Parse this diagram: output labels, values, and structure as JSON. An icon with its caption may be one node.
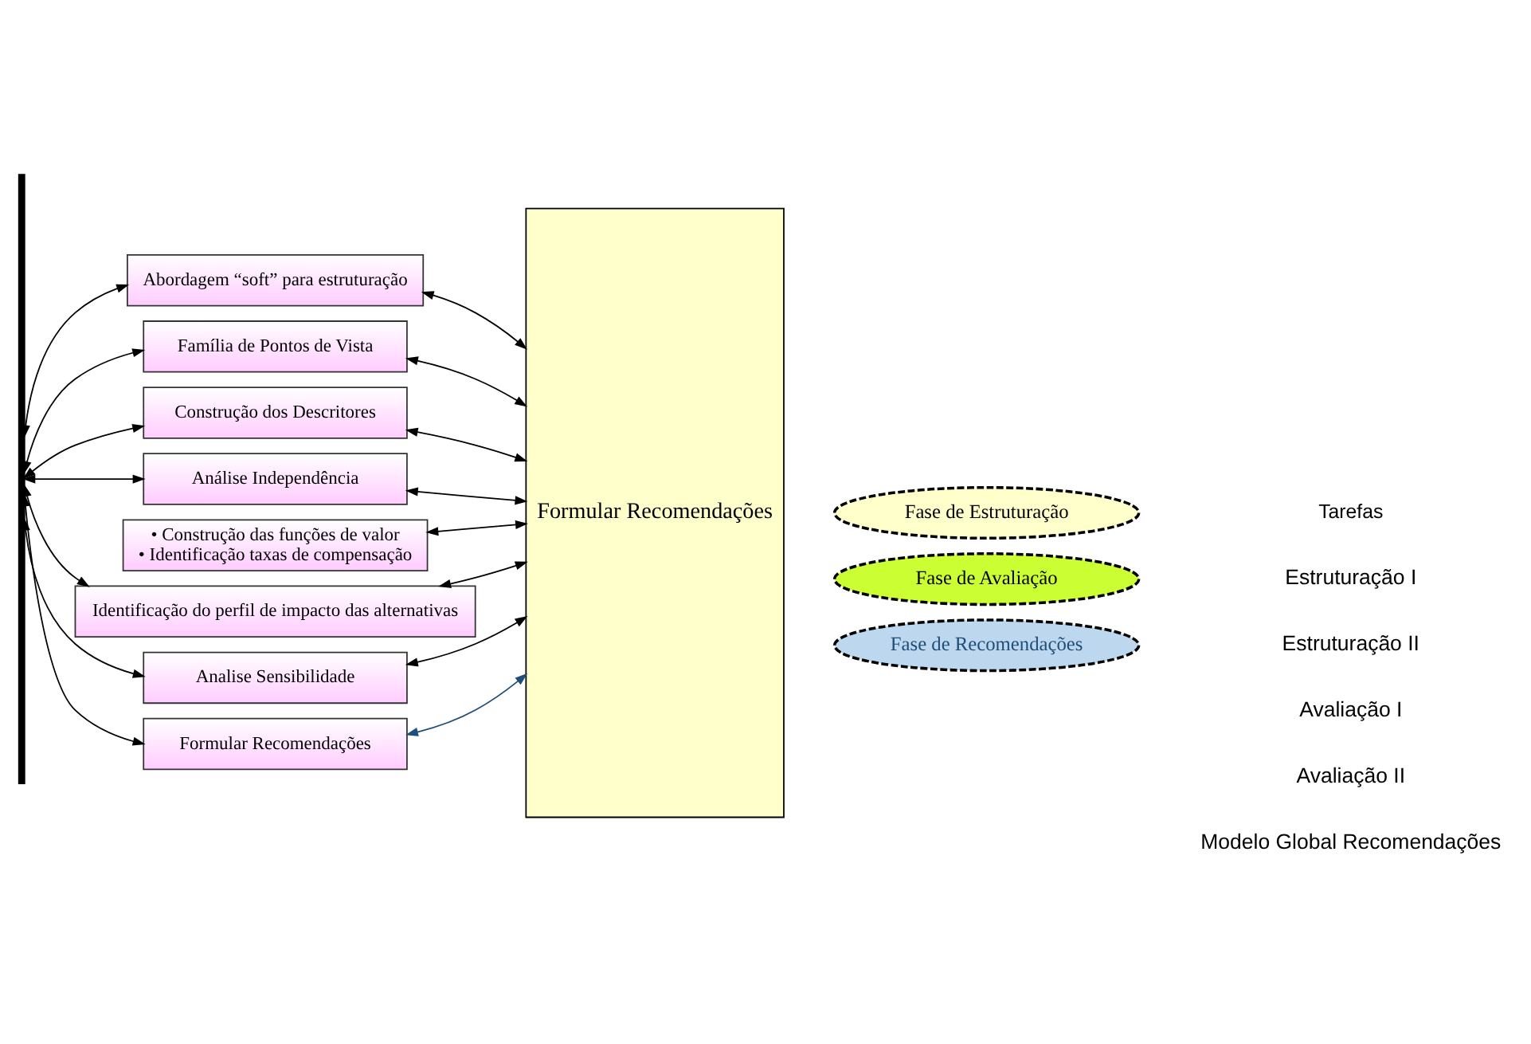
{
  "diagram": {
    "nodes": [
      {
        "text": [
          "Abordagem “soft” para estruturação"
        ]
      },
      {
        "text": [
          "Família de Pontos de Vista"
        ]
      },
      {
        "text": [
          "Construção dos Descritores"
        ]
      },
      {
        "text": [
          "Análise Independência"
        ]
      },
      {
        "text": [
          "• Construção das funções de valor",
          "• Identificação taxas de compensação"
        ]
      },
      {
        "text": [
          "Identificação do perfil de impacto das alternativas"
        ]
      },
      {
        "text": [
          "Analise Sensibilidade"
        ]
      },
      {
        "text": [
          "Formular Recomendações"
        ]
      },
      {
        "text": [
          "Formular Recomendações"
        ]
      },
      {
        "text": [
          "Fase de Estruturação"
        ]
      },
      {
        "text": [
          "Fase de Avaliação"
        ]
      },
      {
        "text": [
          "Fase de Recomendações"
        ]
      },
      {
        "text": [],
        "shape": "bar"
      }
    ],
    "edges": [
      {
        "from": 12,
        "to": 0,
        "arrow": "both"
      },
      {
        "from": 12,
        "to": 1,
        "arrow": "both"
      },
      {
        "from": 12,
        "to": 2,
        "arrow": "both"
      },
      {
        "from": 12,
        "to": 3,
        "arrow": "both"
      },
      {
        "from": 12,
        "to": 5,
        "arrow": "both"
      },
      {
        "from": 12,
        "to": 6,
        "arrow": "both"
      },
      {
        "from": 12,
        "to": 7,
        "arrow": "both"
      },
      {
        "from": 0,
        "to": 8,
        "arrow": "both"
      },
      {
        "from": 1,
        "to": 8,
        "arrow": "both"
      },
      {
        "from": 2,
        "to": 8,
        "arrow": "both"
      },
      {
        "from": 3,
        "to": 8,
        "arrow": "both"
      },
      {
        "from": 4,
        "to": 8,
        "arrow": "both"
      },
      {
        "from": 5,
        "to": 8,
        "arrow": "both"
      },
      {
        "from": 6,
        "to": 8,
        "arrow": "both"
      },
      {
        "from": 7,
        "to": 8,
        "arrow": "both",
        "color": "#1f4e79"
      }
    ],
    "labels": [
      "Tarefas",
      "Estruturação I",
      "Estruturação II",
      "Avaliação I",
      "Avaliação II",
      "Modelo Global Recomendações"
    ]
  }
}
